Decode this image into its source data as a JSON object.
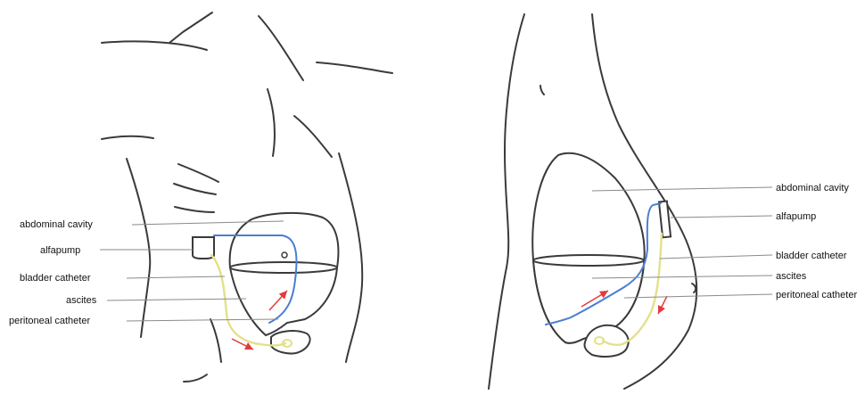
{
  "labels": {
    "abdominal_cavity": "abdominal cavity",
    "alfapump": "alfapump",
    "bladder_catheter": "bladder catheter",
    "ascites": "ascites",
    "peritoneal_catheter": "peritoneal catheter"
  },
  "colors": {
    "ascites_fill": "#8cacdf",
    "ascites_fill_side": "#b4c8e6",
    "bladder_catheter": "#e3e08a",
    "peritoneal_catheter": "#4a7fd1",
    "flow_arrow": "#e23b3b",
    "outline": "#3a3a3a"
  }
}
